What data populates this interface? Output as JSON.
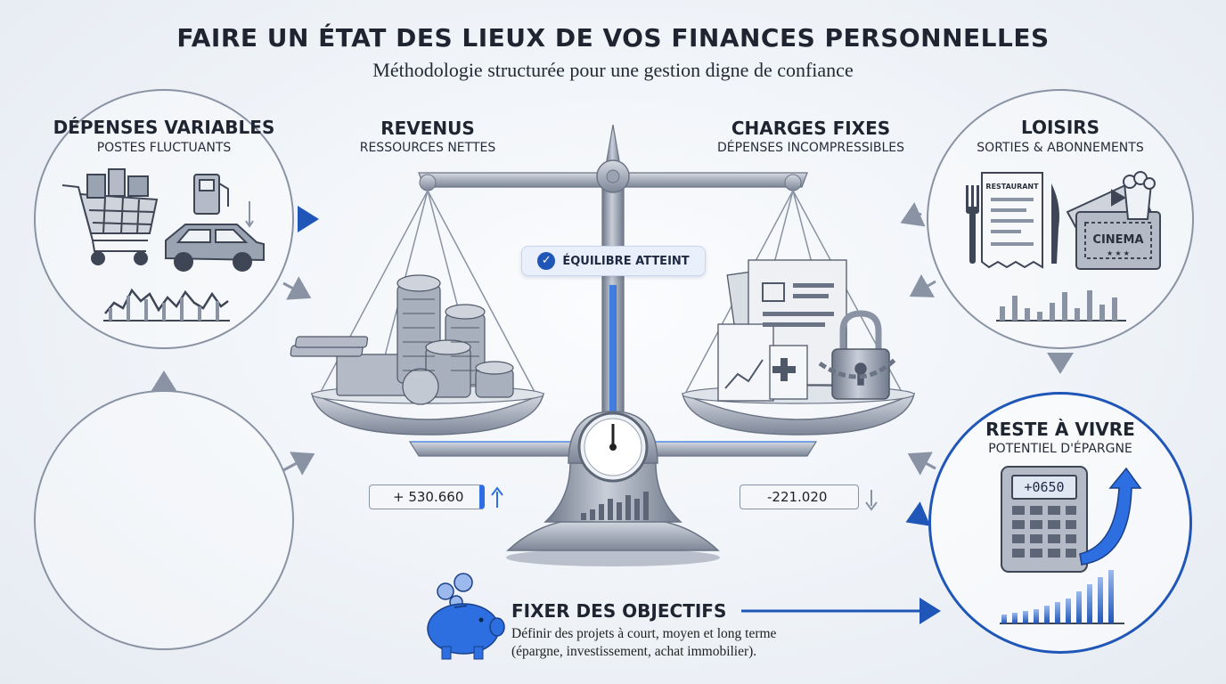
{
  "header": {
    "title": "FAIRE UN ÉTAT DES LIEUX DE VOS FINANCES PERSONNELLES",
    "subtitle": "Méthodologie structurée pour une gestion digne de confiance"
  },
  "nodes": {
    "depenses_variables": {
      "title": "DÉPENSES VARIABLES",
      "subtitle": "POSTES FLUCTUANTS"
    },
    "revenus": {
      "title": "REVENUS",
      "subtitle": "RESSOURCES NETTES"
    },
    "charges_fixes": {
      "title": "CHARGES FIXES",
      "subtitle": "DÉPENSES INCOMPRESSIBLES"
    },
    "loisirs": {
      "title": "LOISIRS",
      "subtitle": "SORTIES & ABONNEMENTS"
    },
    "reste_a_vivre": {
      "title": "RESTE À VIVRE",
      "subtitle": "POTENTIEL D'ÉPARGNE"
    }
  },
  "scale": {
    "status": "ÉQUILIBRE ATTEINT",
    "income_value": "+ 530.660",
    "expense_value": "-221.020"
  },
  "icons": {
    "receipt_header": "RESTAURANT",
    "ticket_label": "CINEMA",
    "ticket_stars": "★ ★ ★",
    "calculator_display": "+0650"
  },
  "goals": {
    "title": "FIXER DES OBJECTIFS",
    "line1": "Définir des projets à court, moyen et long terme",
    "line2": "(épargne, investissement, achat immobilier)."
  },
  "colors": {
    "accent": "#1f56b8",
    "outline": "#8a93a3",
    "metal": "#9aa3b2",
    "text": "#1e2531"
  }
}
